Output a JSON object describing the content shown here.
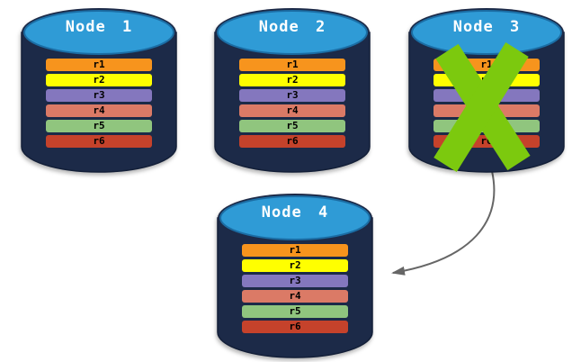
{
  "colors": {
    "background": "#FFFFFF",
    "cylinder_body": "#1C2A48",
    "cylinder_body_outline": "#131F38",
    "cylinder_top": "#2F9BD6",
    "cylinder_top_outline": "#1B6DA4",
    "node_label_text": "#FFFFFF",
    "row_text": "#000000",
    "cross_out": "#7CC90E",
    "arrow": "#666666"
  },
  "nodes": [
    {
      "label": "Node 1",
      "crossed_out": false,
      "rows": [
        {
          "label": "r1",
          "color": "#F7941D"
        },
        {
          "label": "r2",
          "color": "#FFFF00"
        },
        {
          "label": "r3",
          "color": "#8477BE"
        },
        {
          "label": "r4",
          "color": "#DB7A66"
        },
        {
          "label": "r5",
          "color": "#90C57E"
        },
        {
          "label": "r6",
          "color": "#C5422B"
        }
      ]
    },
    {
      "label": "Node 2",
      "crossed_out": false,
      "rows": [
        {
          "label": "r1",
          "color": "#F7941D"
        },
        {
          "label": "r2",
          "color": "#FFFF00"
        },
        {
          "label": "r3",
          "color": "#8477BE"
        },
        {
          "label": "r4",
          "color": "#DB7A66"
        },
        {
          "label": "r5",
          "color": "#90C57E"
        },
        {
          "label": "r6",
          "color": "#C5422B"
        }
      ]
    },
    {
      "label": "Node 3",
      "crossed_out": true,
      "rows": [
        {
          "label": "r1",
          "color": "#F7941D"
        },
        {
          "label": "r2",
          "color": "#FFFF00"
        },
        {
          "label": "r3",
          "color": "#8477BE"
        },
        {
          "label": "r4",
          "color": "#DB7A66"
        },
        {
          "label": "r5",
          "color": "#90C57E"
        },
        {
          "label": "r6",
          "color": "#C5422B"
        }
      ]
    },
    {
      "label": "Node 4",
      "crossed_out": false,
      "rows": [
        {
          "label": "r1",
          "color": "#F7941D"
        },
        {
          "label": "r2",
          "color": "#FFFF00"
        },
        {
          "label": "r3",
          "color": "#8477BE"
        },
        {
          "label": "r4",
          "color": "#DB7A66"
        },
        {
          "label": "r5",
          "color": "#90C57E"
        },
        {
          "label": "r6",
          "color": "#C5422B"
        }
      ]
    }
  ],
  "arrow": {
    "from": "Node 3",
    "to": "Node 4"
  }
}
